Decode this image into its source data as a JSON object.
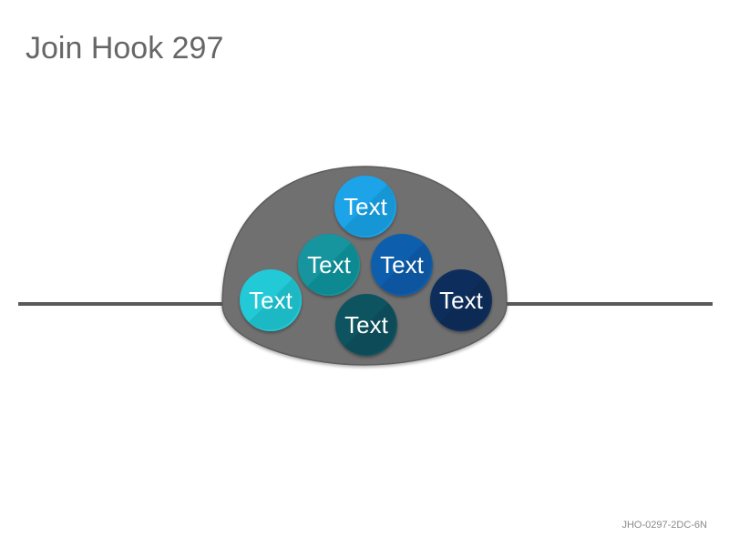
{
  "title": "Join Hook 297",
  "code": "JHO-0297-2DC-6N",
  "colors": {
    "title": "#666666",
    "hook": "#6f6f6f",
    "line": "#595959",
    "label": "#ffffff"
  },
  "circles": [
    {
      "id": "top",
      "label": "Text",
      "color": "#1aa3e8"
    },
    {
      "id": "mid-left",
      "label": "Text",
      "color": "#12959e"
    },
    {
      "id": "mid-right",
      "label": "Text",
      "color": "#0f5fad"
    },
    {
      "id": "left",
      "label": "Text",
      "color": "#22c9d6"
    },
    {
      "id": "bottom",
      "label": "Text",
      "color": "#0c5360"
    },
    {
      "id": "right",
      "label": "Text",
      "color": "#0b2f5c"
    }
  ]
}
